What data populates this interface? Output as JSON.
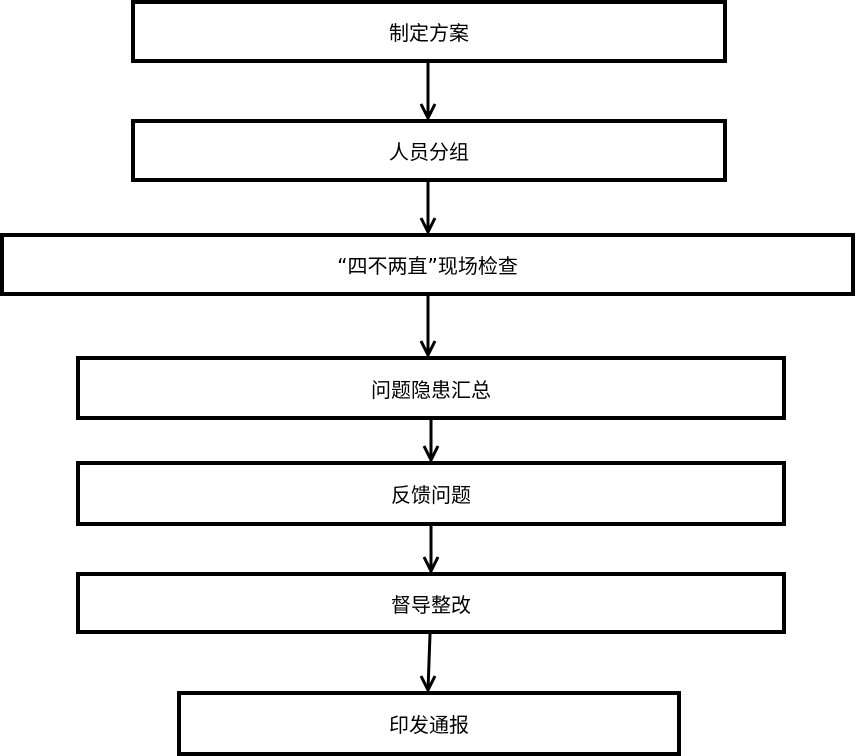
{
  "steps": [
    {
      "label": "制定方案"
    },
    {
      "label": "人员分组"
    },
    {
      "label": "“四不两直”现场检查"
    },
    {
      "label": "问题隐患汇总"
    },
    {
      "label": "反馈问题"
    },
    {
      "label": "督导整改"
    },
    {
      "label": "印发通报"
    }
  ],
  "colors": {
    "stroke": "#000000",
    "background": "#ffffff"
  }
}
